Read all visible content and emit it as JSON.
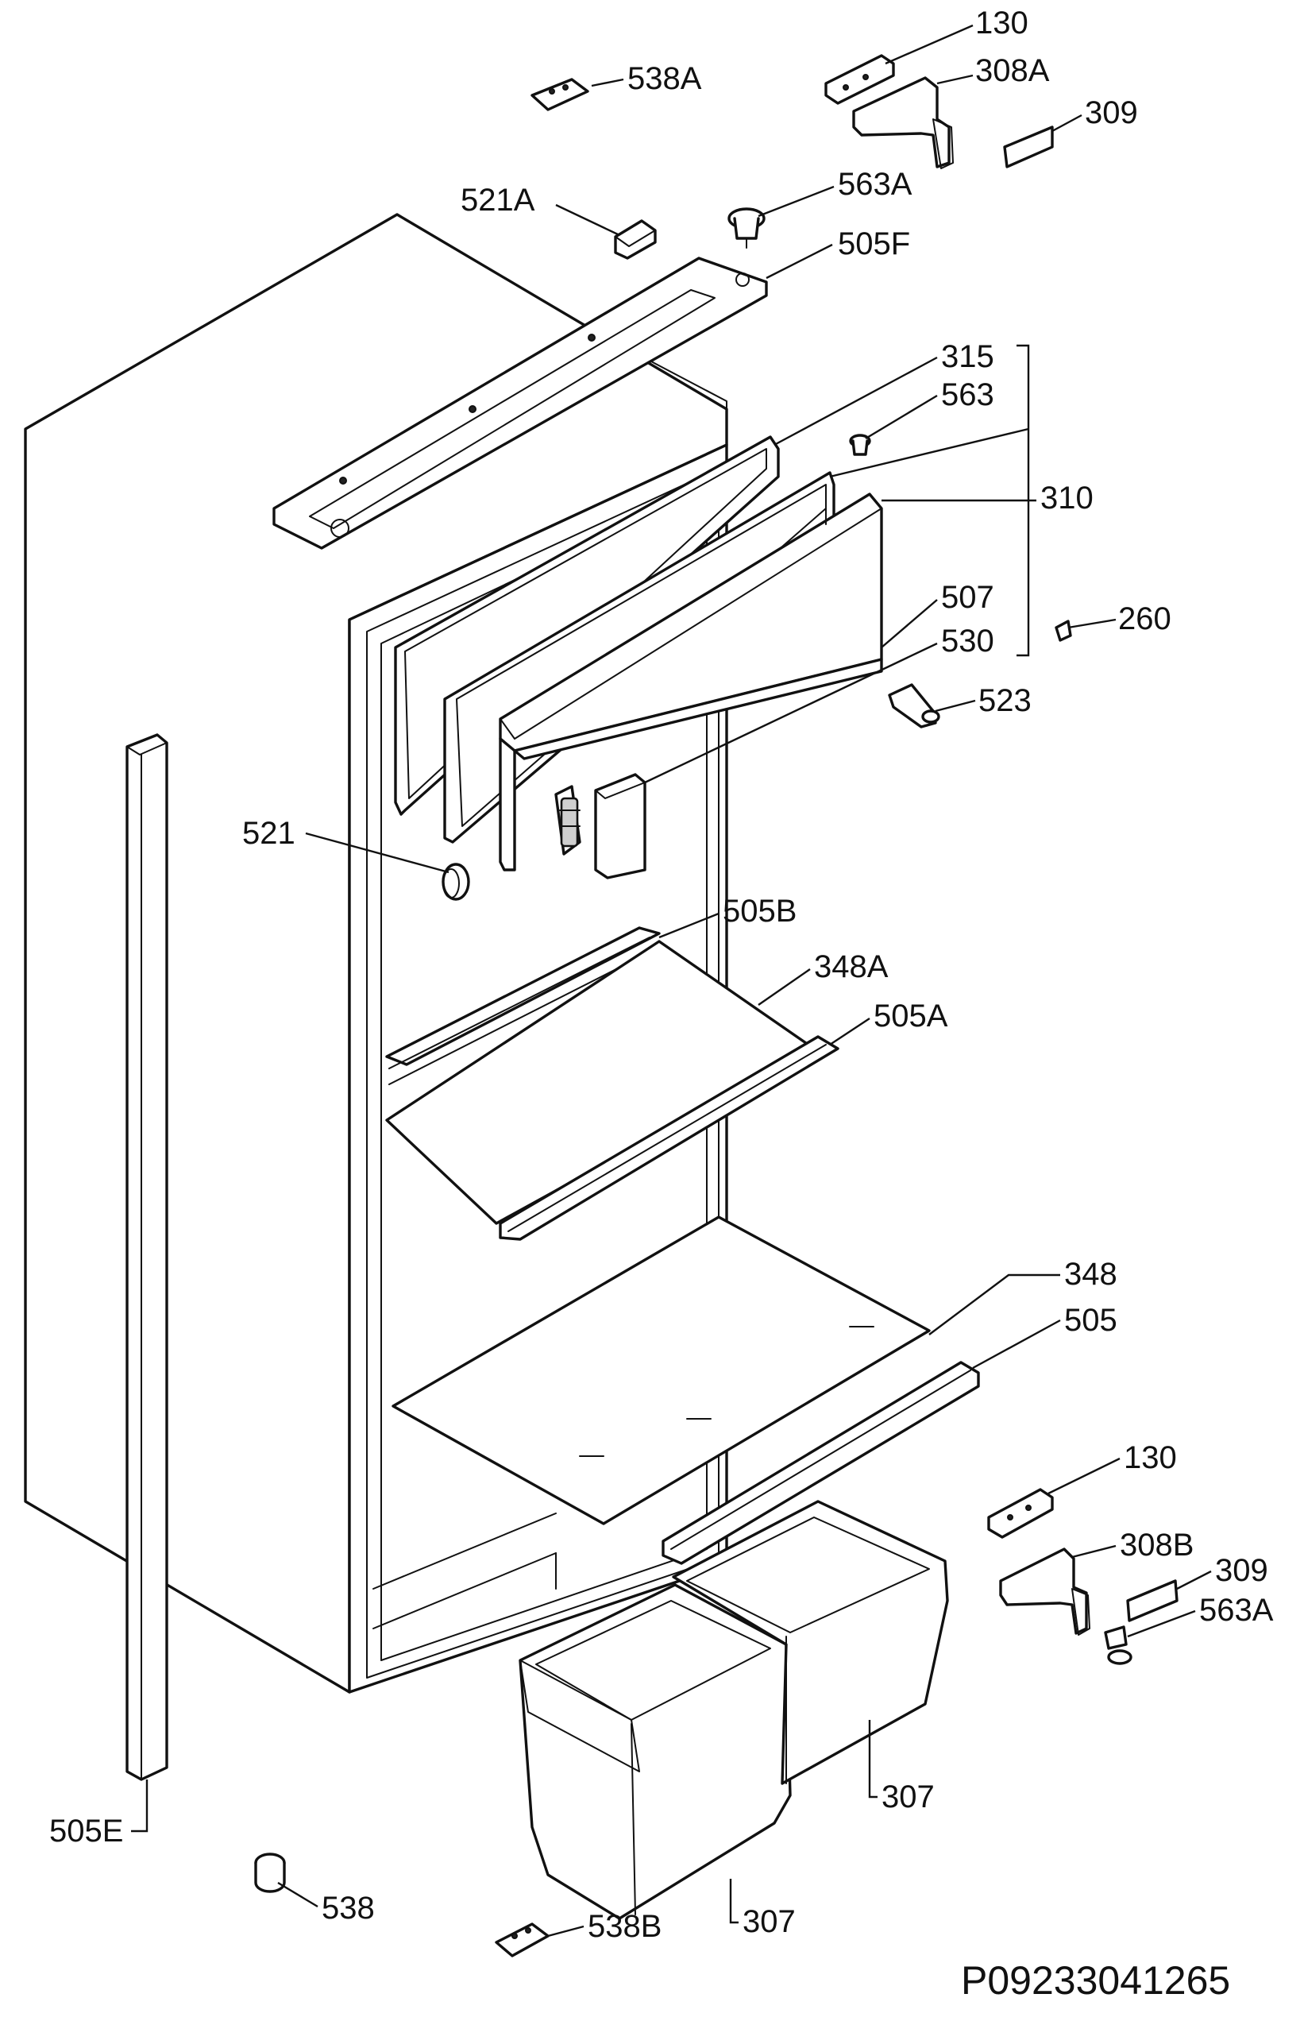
{
  "diagram_id": "P09233041265",
  "callouts": [
    {
      "id": "c130a",
      "text": "130"
    },
    {
      "id": "c538a",
      "text": "538A"
    },
    {
      "id": "c308a",
      "text": "308A"
    },
    {
      "id": "c309a",
      "text": "309"
    },
    {
      "id": "c521a",
      "text": "521A"
    },
    {
      "id": "c563a1",
      "text": "563A"
    },
    {
      "id": "c505f",
      "text": "505F"
    },
    {
      "id": "c315",
      "text": "315"
    },
    {
      "id": "c563",
      "text": "563"
    },
    {
      "id": "c310",
      "text": "310"
    },
    {
      "id": "c507",
      "text": "507"
    },
    {
      "id": "c260",
      "text": "260"
    },
    {
      "id": "c530",
      "text": "530"
    },
    {
      "id": "c523",
      "text": "523"
    },
    {
      "id": "c521",
      "text": "521"
    },
    {
      "id": "c505b",
      "text": "505B"
    },
    {
      "id": "c348a",
      "text": "348A"
    },
    {
      "id": "c505a",
      "text": "505A"
    },
    {
      "id": "c348",
      "text": "348"
    },
    {
      "id": "c505",
      "text": "505"
    },
    {
      "id": "c130b",
      "text": "130"
    },
    {
      "id": "c308b",
      "text": "308B"
    },
    {
      "id": "c309b",
      "text": "309"
    },
    {
      "id": "c563a2",
      "text": "563A"
    },
    {
      "id": "c307a",
      "text": "307"
    },
    {
      "id": "c307b",
      "text": "307"
    },
    {
      "id": "c505e",
      "text": "505E"
    },
    {
      "id": "c538",
      "text": "538"
    },
    {
      "id": "c538b",
      "text": "538B"
    }
  ]
}
